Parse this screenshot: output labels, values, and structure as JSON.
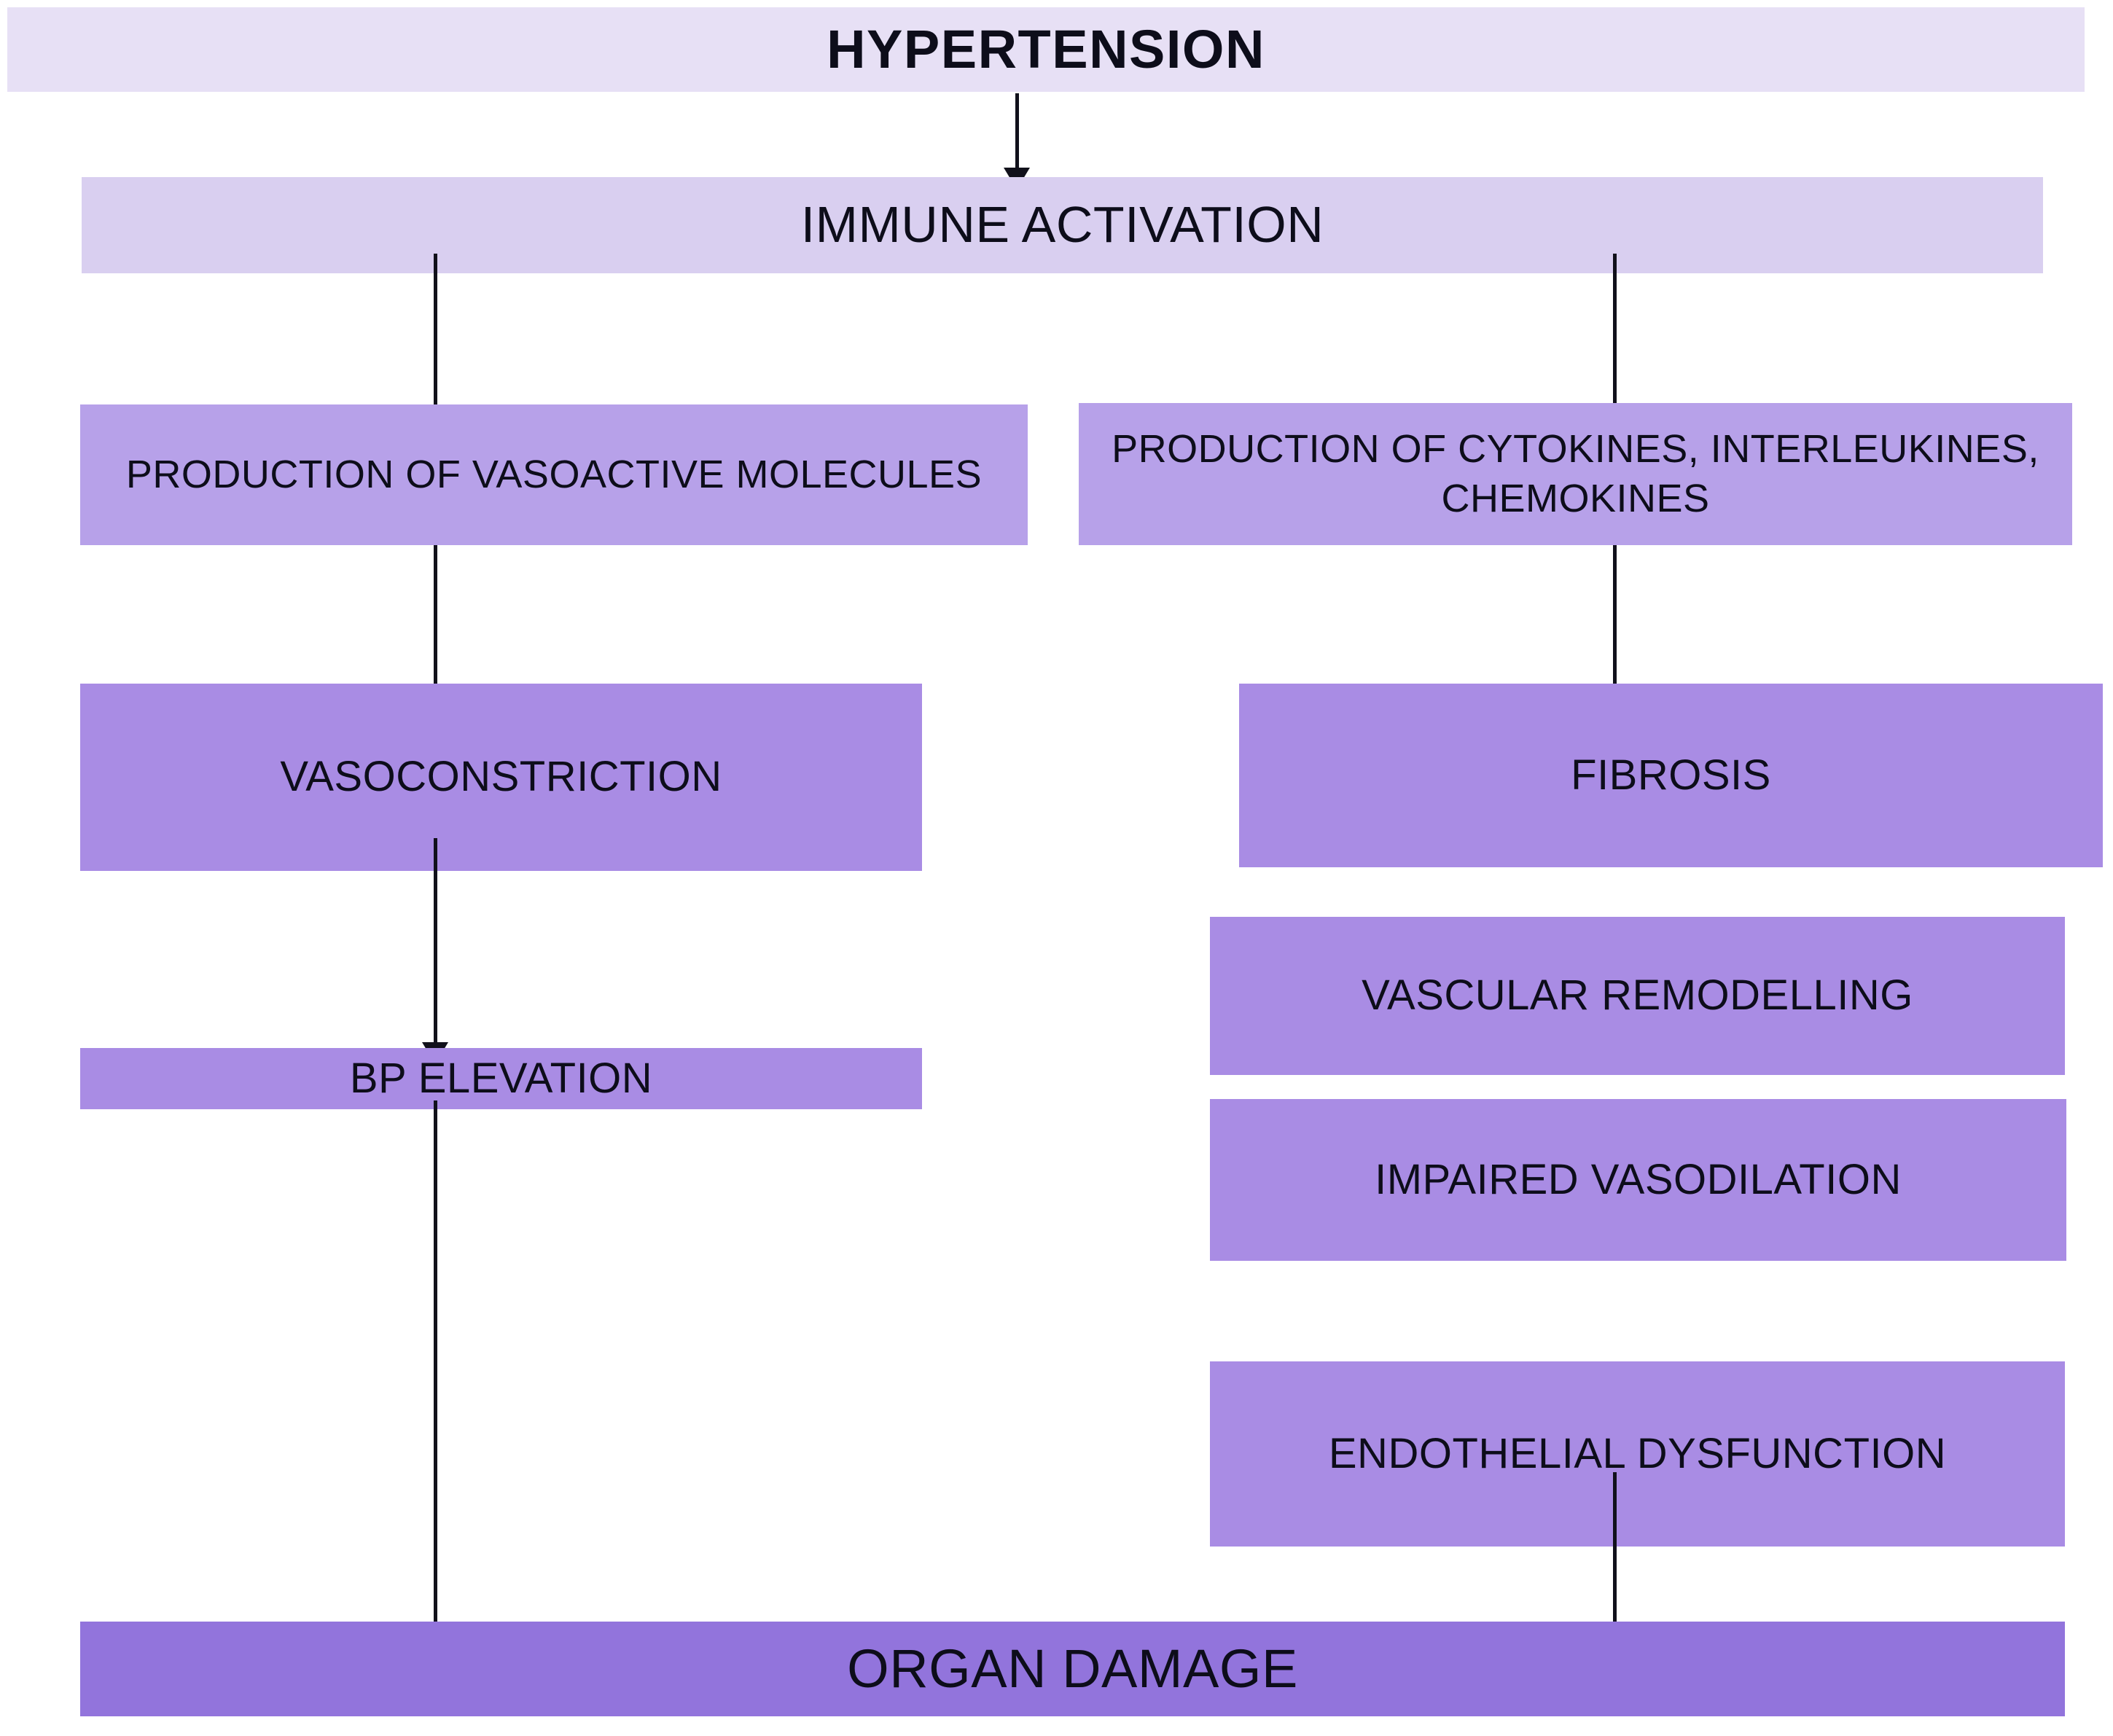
{
  "diagram": {
    "title": "HYPERTENSION",
    "background_color": "#ffffff",
    "palette": {
      "tier_title": "#e7e0f5",
      "tier_1": "#d9cff0",
      "tier_2": "#b7a1e9",
      "tier_3": "#a98ce4",
      "tier_4": "#9274dc",
      "text": "#0d0d1a",
      "arrow": "#11111b"
    },
    "nodes": {
      "hypertension": "HYPERTENSION",
      "immune_activation": "IMMUNE ACTIVATION",
      "vasoactive_molecules": "PRODUCTION OF VASOACTIVE MOLECULES",
      "cytokines": "PRODUCTION OF CYTOKINES, INTERLEUKINES,\nCHEMOKINES",
      "vasoconstriction": "VASOCONSTRICTION",
      "fibrosis": "FIBROSIS",
      "bp_elevation": "BP ELEVATION",
      "vascular_remodelling": "VASCULAR REMODELLING",
      "impaired_vasodilation": "IMPAIRED VASODILATION",
      "endothelial_dysfunction": "ENDOTHELIAL DYSFUNCTION",
      "organ_damage": "ORGAN DAMAGE"
    },
    "edges": [
      {
        "from": "hypertension",
        "to": "immune_activation"
      },
      {
        "from": "immune_activation",
        "to": "vasoactive_molecules"
      },
      {
        "from": "immune_activation",
        "to": "cytokines"
      },
      {
        "from": "vasoactive_molecules",
        "to": "vasoconstriction"
      },
      {
        "from": "cytokines",
        "to": "fibrosis"
      },
      {
        "from": "vasoconstriction",
        "to": "bp_elevation"
      },
      {
        "from": "bp_elevation",
        "to": "organ_damage"
      },
      {
        "from": "endothelial_dysfunction",
        "to": "organ_damage"
      }
    ]
  }
}
